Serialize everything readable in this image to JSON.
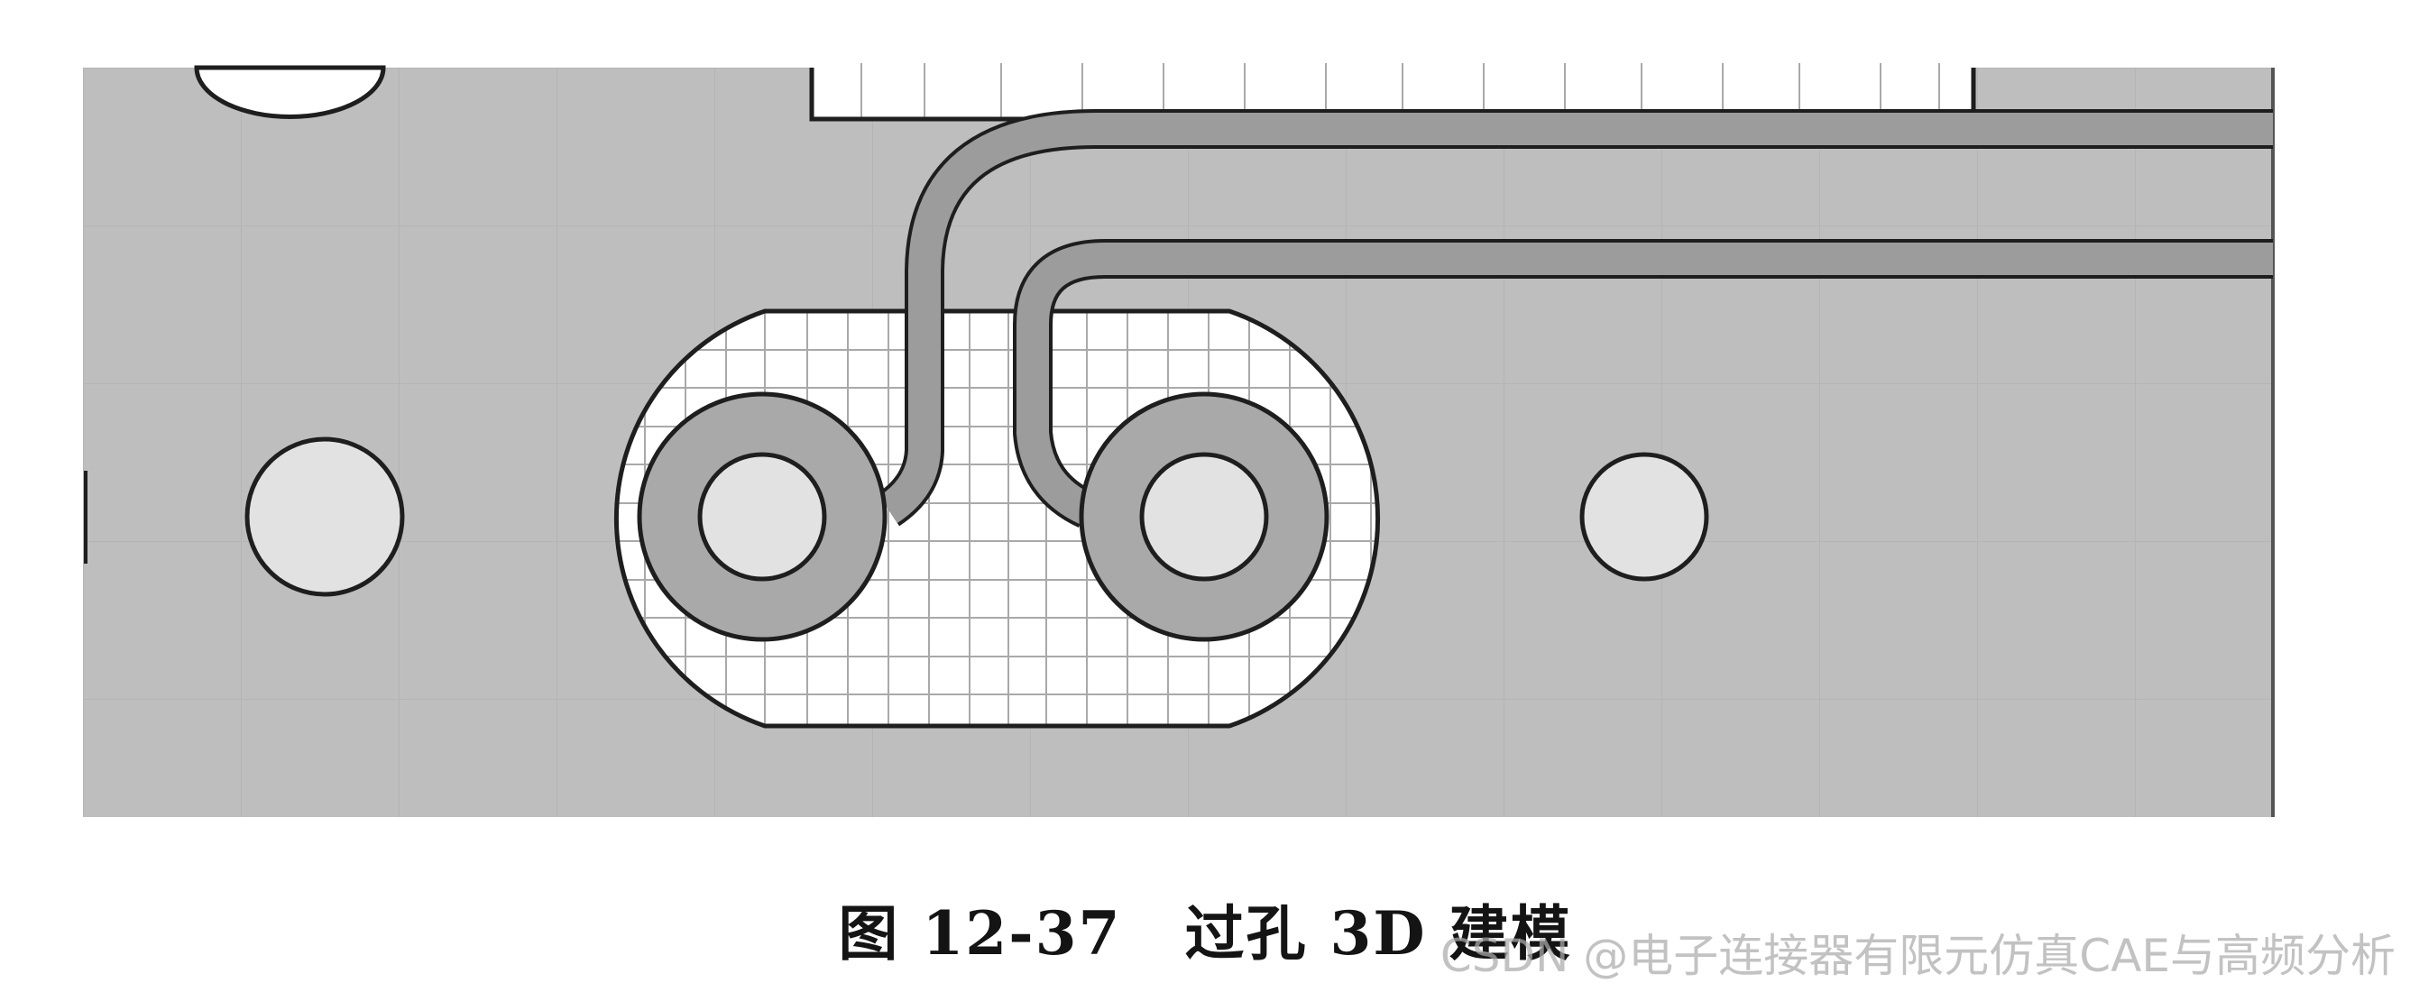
{
  "caption": {
    "label": "图 12-37",
    "title": "过孔 3D 建模"
  },
  "watermark": "CSDN @电子连接器有限元仿真CAE与高频分析",
  "colors": {
    "board": "#bfbfbf",
    "trace": "#9c9c9c",
    "annular_ring": "#a8a8a8",
    "drill_hole": "#e1e1e1",
    "clearance": "#ffffff",
    "mesh_line": "#a9a9a9",
    "outline": "#1e1e1e"
  },
  "icons": [
    "via-pad",
    "drill-hole",
    "signal-trace",
    "antipad-clearance",
    "mesh-grid"
  ]
}
